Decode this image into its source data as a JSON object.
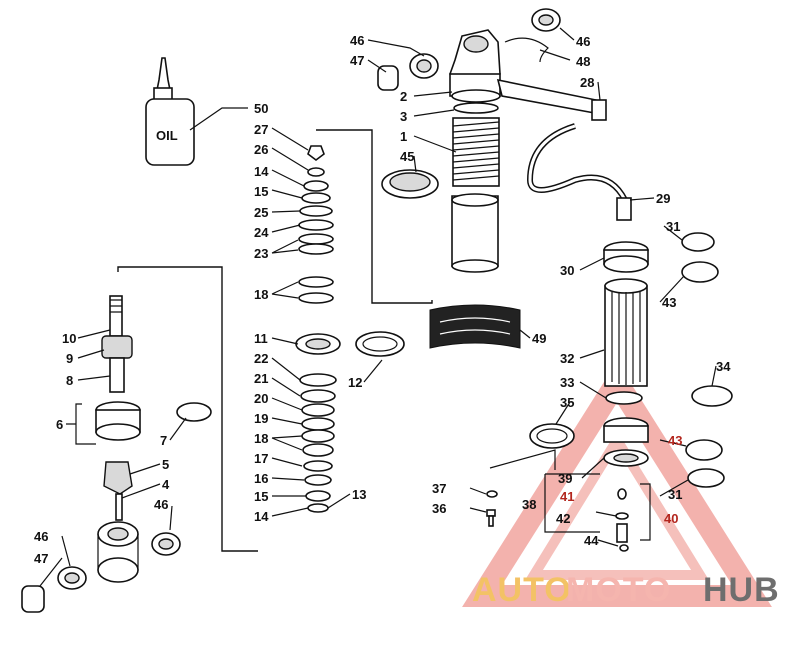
{
  "diagram": {
    "oil_label": "OIL",
    "leaders": [
      {
        "id": "l46a",
        "text": "46"
      },
      {
        "id": "l47a",
        "text": "47"
      },
      {
        "id": "l46b",
        "text": "46"
      },
      {
        "id": "l48",
        "text": "48"
      },
      {
        "id": "l2",
        "text": "2"
      },
      {
        "id": "l3",
        "text": "3"
      },
      {
        "id": "l28",
        "text": "28"
      },
      {
        "id": "l1",
        "text": "1"
      },
      {
        "id": "l45",
        "text": "45"
      },
      {
        "id": "l50",
        "text": "50"
      },
      {
        "id": "l27",
        "text": "27"
      },
      {
        "id": "l26",
        "text": "26"
      },
      {
        "id": "l14a",
        "text": "14"
      },
      {
        "id": "l15a",
        "text": "15"
      },
      {
        "id": "l25",
        "text": "25"
      },
      {
        "id": "l24",
        "text": "24"
      },
      {
        "id": "l23",
        "text": "23"
      },
      {
        "id": "l18a",
        "text": "18"
      },
      {
        "id": "l29",
        "text": "29"
      },
      {
        "id": "l31a",
        "text": "31"
      },
      {
        "id": "l30",
        "text": "30"
      },
      {
        "id": "l43a",
        "text": "43"
      },
      {
        "id": "l10",
        "text": "10"
      },
      {
        "id": "l9",
        "text": "9"
      },
      {
        "id": "l8",
        "text": "8"
      },
      {
        "id": "l11",
        "text": "11"
      },
      {
        "id": "l22",
        "text": "22"
      },
      {
        "id": "l12",
        "text": "12"
      },
      {
        "id": "l49",
        "text": "49"
      },
      {
        "id": "l32",
        "text": "32"
      },
      {
        "id": "l21",
        "text": "21"
      },
      {
        "id": "l20",
        "text": "20"
      },
      {
        "id": "l19",
        "text": "19"
      },
      {
        "id": "l18b",
        "text": "18"
      },
      {
        "id": "l17",
        "text": "17"
      },
      {
        "id": "l16",
        "text": "16"
      },
      {
        "id": "l15b",
        "text": "15"
      },
      {
        "id": "l14b",
        "text": "14"
      },
      {
        "id": "l13",
        "text": "13"
      },
      {
        "id": "l6",
        "text": "6"
      },
      {
        "id": "l7",
        "text": "7"
      },
      {
        "id": "l5",
        "text": "5"
      },
      {
        "id": "l4",
        "text": "4"
      },
      {
        "id": "l46c",
        "text": "46"
      },
      {
        "id": "l46d",
        "text": "46"
      },
      {
        "id": "l47b",
        "text": "47"
      },
      {
        "id": "l33",
        "text": "33"
      },
      {
        "id": "l34",
        "text": "34"
      },
      {
        "id": "l35",
        "text": "35"
      },
      {
        "id": "l43b",
        "text": "43"
      },
      {
        "id": "l37",
        "text": "37"
      },
      {
        "id": "l36",
        "text": "36"
      },
      {
        "id": "l39",
        "text": "39"
      },
      {
        "id": "l38",
        "text": "38"
      },
      {
        "id": "l41",
        "text": "41"
      },
      {
        "id": "l42",
        "text": "42"
      },
      {
        "id": "l40",
        "text": "40"
      },
      {
        "id": "l31b",
        "text": "31"
      },
      {
        "id": "l44",
        "text": "44"
      }
    ]
  },
  "watermark": {
    "part1": "AUTO",
    "part2": "MOTO",
    "part3": "HUB",
    "color_auto": "#f2b84b",
    "color_moto": "#f4a9a0",
    "color_hub": "#555555",
    "triangle_color": "#e55a4e"
  }
}
